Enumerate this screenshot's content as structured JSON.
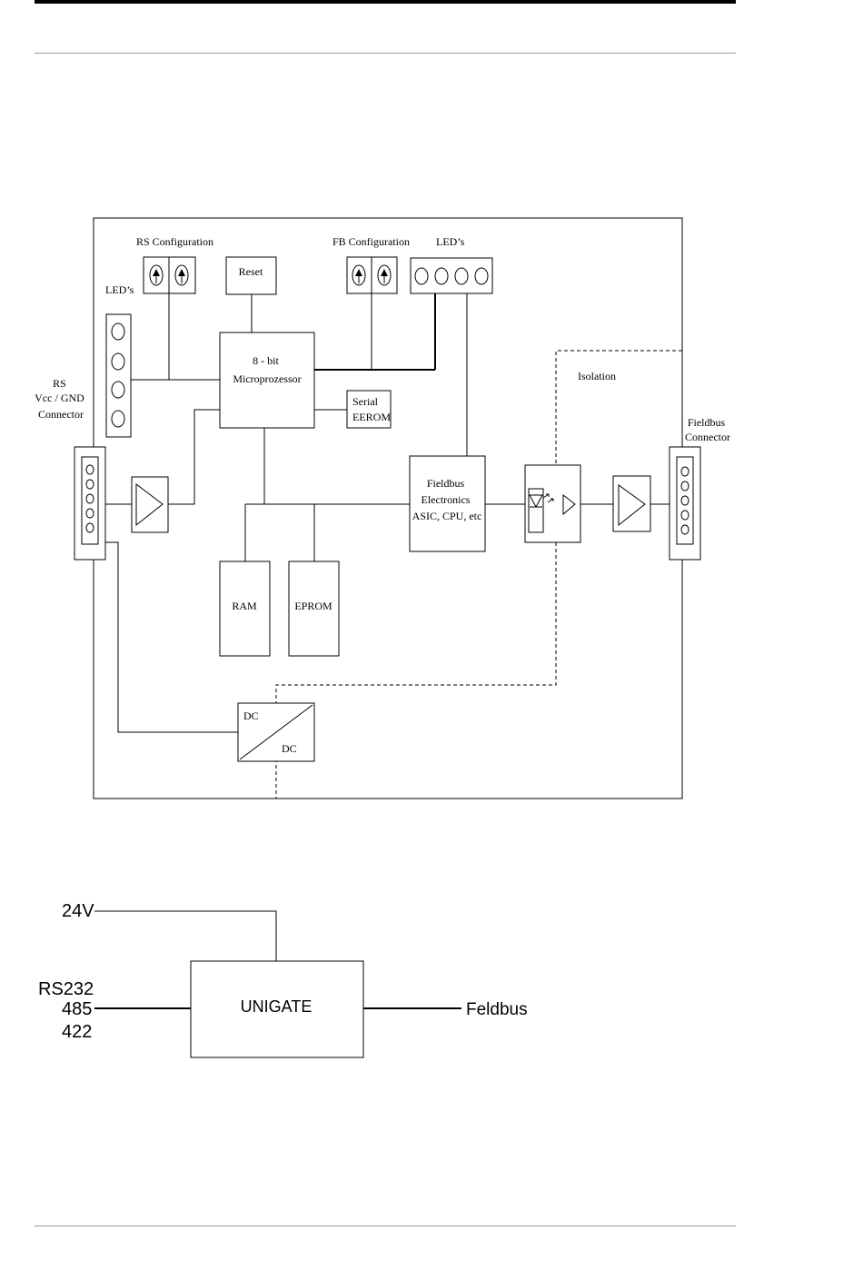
{
  "block_diagram": {
    "rs_configuration": "RS Configuration",
    "reset": "Reset",
    "fb_configuration": "FB Configuration",
    "leds_top": "LED’s",
    "leds_left": "LED’s",
    "rs_connector": [
      "RS",
      "Vcc / GND",
      "Connector"
    ],
    "microprocessor": [
      "8 - bit",
      "Microprozessor"
    ],
    "serial_eeprom": [
      "Serial",
      "EEROM"
    ],
    "isolation": "Isolation",
    "fieldbus_connector": [
      "Fieldbus",
      "Connector"
    ],
    "fieldbus_electronics": [
      "Fieldbus",
      "Electronics",
      "ASIC, CPU, etc"
    ],
    "ram": "RAM",
    "eprom": "EPROM",
    "dc_in": "DC",
    "dc_out": "DC"
  },
  "unigate_diagram": {
    "power": "24V",
    "serial_lines": [
      "RS232",
      "485",
      "422"
    ],
    "device": "UNIGATE",
    "output": "Feldbus"
  }
}
